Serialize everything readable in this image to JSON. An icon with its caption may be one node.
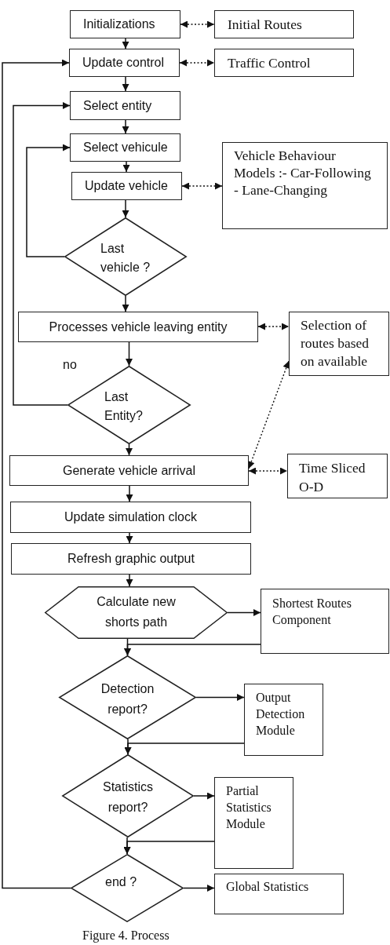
{
  "diagram": {
    "caption": "Figure 4. Process",
    "nodes": [
      {
        "text": [
          "Initializations"
        ]
      },
      {
        "text": [
          "Initial Routes"
        ]
      },
      {
        "text": [
          "Update control"
        ]
      },
      {
        "text": [
          "Traffic Control"
        ]
      },
      {
        "text": [
          "Select entity"
        ]
      },
      {
        "text": [
          "Select vehicule"
        ]
      },
      {
        "text": [
          "Update vehicle"
        ]
      },
      {
        "text": [
          "Vehicle Behaviour Models :- Car-Following - Lane-Changing"
        ]
      },
      {
        "text": [
          "Last vehicle ?"
        ]
      },
      {
        "text": [
          "Processes vehicle leaving entity"
        ]
      },
      {
        "text": [
          "Selection of routes based on available"
        ]
      },
      {
        "text": [
          "Last Entity?"
        ]
      },
      {
        "text": [
          "Generate vehicle arrival"
        ]
      },
      {
        "text": [
          "Time Sliced O-D"
        ]
      },
      {
        "text": [
          "Update simulation clock"
        ]
      },
      {
        "text": [
          "Refresh graphic output"
        ]
      },
      {
        "text": [
          "Calculate new shorts path"
        ]
      },
      {
        "text": [
          "Shortest Routes Component"
        ]
      },
      {
        "text": [
          "Detection report?"
        ]
      },
      {
        "text": [
          "Output Detection Module"
        ]
      },
      {
        "text": [
          "Statistics report?"
        ]
      },
      {
        "text": [
          "Partial Statistics Module"
        ]
      },
      {
        "text": [
          "end ?"
        ]
      },
      {
        "text": [
          "Global Statistics"
        ]
      }
    ],
    "edges": [
      {
        "from": 0,
        "to": 2,
        "arrow": "to"
      },
      {
        "from": 0,
        "to": 1,
        "arrow": "both",
        "style": "dashed"
      },
      {
        "from": 2,
        "to": 3,
        "arrow": "both",
        "style": "dashed"
      },
      {
        "from": 2,
        "to": 4,
        "arrow": "to"
      },
      {
        "from": 4,
        "to": 5,
        "arrow": "to"
      },
      {
        "from": 5,
        "to": 6,
        "arrow": "to"
      },
      {
        "from": 6,
        "to": 7,
        "arrow": "both",
        "style": "dashed"
      },
      {
        "from": 6,
        "to": 8,
        "arrow": "to"
      },
      {
        "from": 8,
        "to": 5,
        "arrow": "to"
      },
      {
        "from": 8,
        "to": 9,
        "arrow": "to"
      },
      {
        "from": 9,
        "to": 10,
        "arrow": "both",
        "style": "dashed"
      },
      {
        "from": 9,
        "to": 11,
        "arrow": "to"
      },
      {
        "from": 11,
        "to": 4,
        "arrow": "to"
      },
      {
        "from": 11,
        "to": 12,
        "arrow": "to"
      },
      {
        "from": 12,
        "to": 10,
        "arrow": "both",
        "style": "dashed"
      },
      {
        "from": 12,
        "to": 13,
        "arrow": "both",
        "style": "dashed"
      },
      {
        "from": 12,
        "to": 14,
        "arrow": "to"
      },
      {
        "from": 14,
        "to": 15,
        "arrow": "to"
      },
      {
        "from": 15,
        "to": 16,
        "arrow": "to"
      },
      {
        "from": 16,
        "to": 17,
        "arrow": "to"
      },
      {
        "from": 16,
        "to": 18,
        "arrow": "to"
      },
      {
        "from": 17,
        "to": 18,
        "arrow": "to"
      },
      {
        "from": 18,
        "to": 19,
        "arrow": "to"
      },
      {
        "from": 18,
        "to": 20,
        "arrow": "to"
      },
      {
        "from": 19,
        "to": 20,
        "arrow": "to"
      },
      {
        "from": 20,
        "to": 21,
        "arrow": "to"
      },
      {
        "from": 20,
        "to": 22,
        "arrow": "to"
      },
      {
        "from": 21,
        "to": 22,
        "arrow": "to"
      },
      {
        "from": 22,
        "to": 23,
        "arrow": "to"
      },
      {
        "from": 22,
        "to": 2,
        "arrow": "to"
      }
    ],
    "labels": [
      "no"
    ]
  }
}
